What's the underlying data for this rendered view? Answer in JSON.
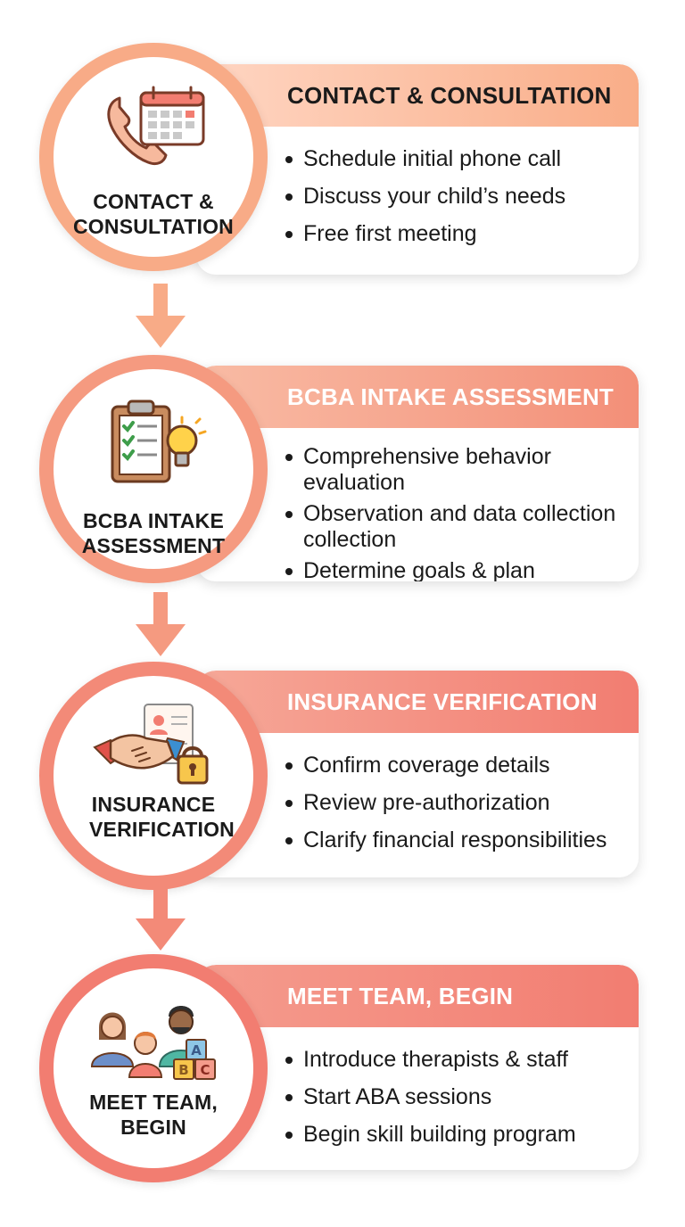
{
  "steps": [
    {
      "circle_label": "CONTACT & CONSULTATION",
      "title": "CONTACT & CONSULTATION",
      "items": [
        "Schedule initial phone call",
        "Discuss your child’s needs",
        "Free first meeting"
      ]
    },
    {
      "circle_label": "BCBA INTAKE ASSESSMENT",
      "title": "BCBA INTAKE ASSESSMENT",
      "items": [
        "Comprehensive behavior evaluation",
        "Observation and data collection collection",
        "Determine goals & plan"
      ]
    },
    {
      "circle_label": "INSURANCE VERIFICATION",
      "title": "INSURANCE VERIFICATION",
      "items": [
        "Confirm coverage details",
        "Review pre-authorization",
        "Clarify financial responsibilities"
      ]
    },
    {
      "circle_label": "MEET TEAM, BEGIN",
      "title": "MEET TEAM, BEGIN",
      "items": [
        "Introduce therapists & staff",
        "Start ABA sessions",
        "Begin skill building program"
      ]
    }
  ],
  "icons": [
    "phone-calendar-icon",
    "clipboard-lightbulb-icon",
    "handshake-lock-icon",
    "family-blocks-icon"
  ],
  "colors": {
    "step1": "#f8ab87",
    "step2": "#f59a80",
    "step3": "#f38a78",
    "step4": "#f27d71",
    "text": "#1a1a1a"
  }
}
